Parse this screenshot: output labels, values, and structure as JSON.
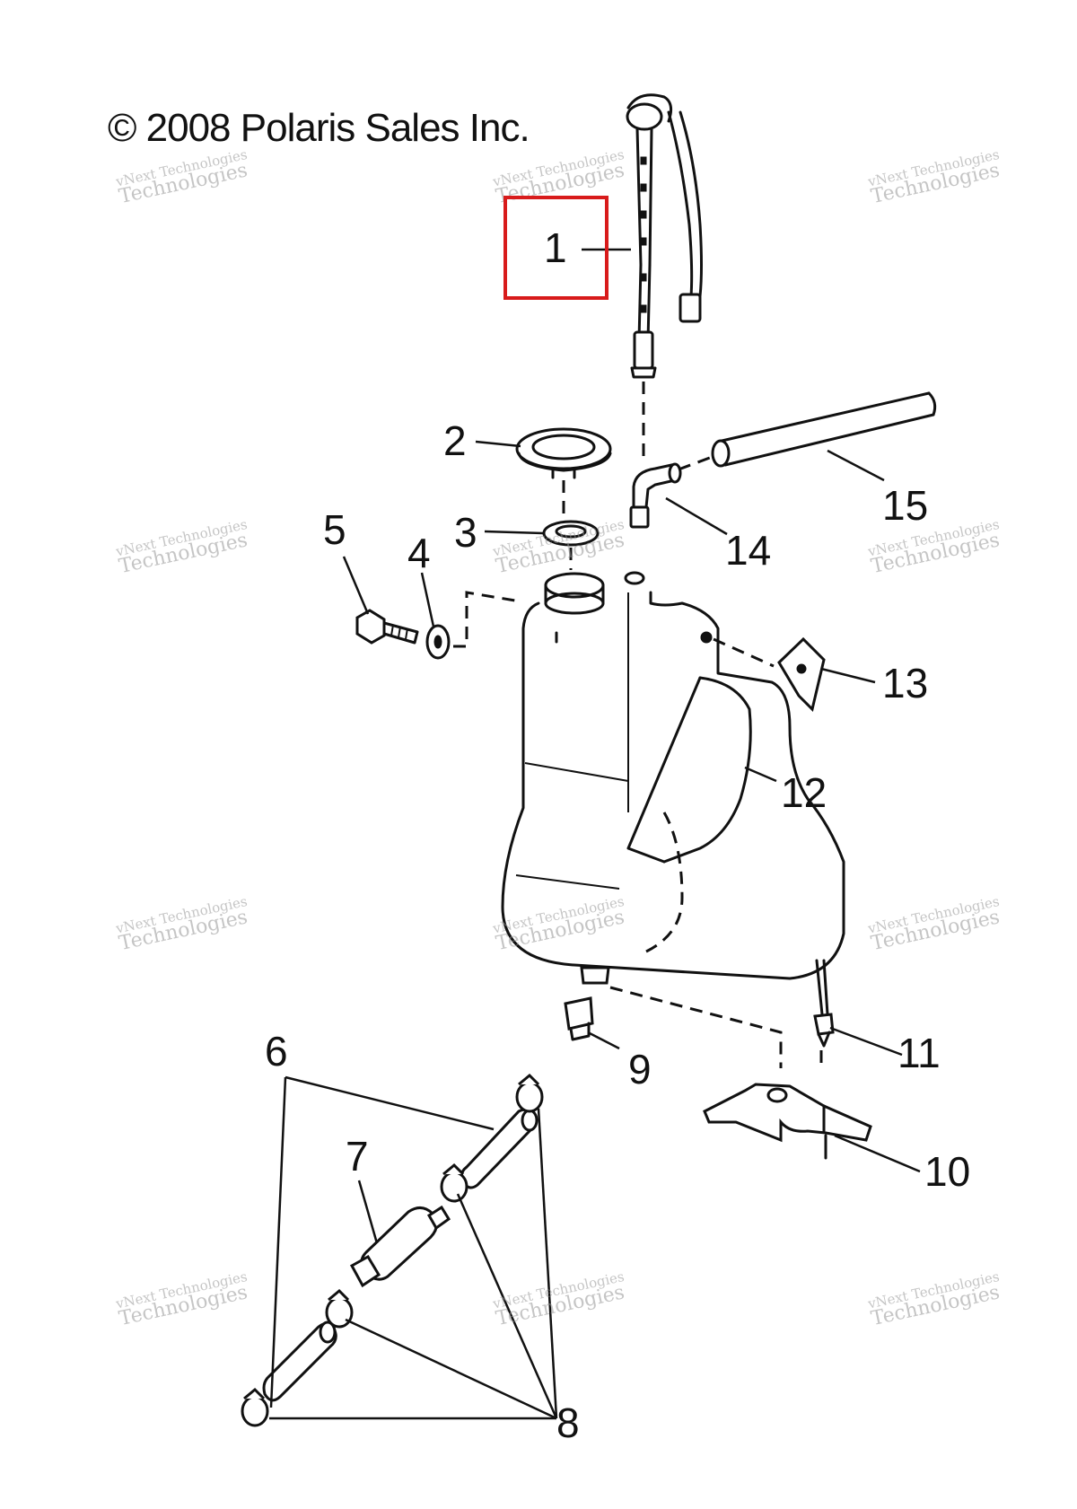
{
  "copyright": "© 2008 Polaris Sales Inc.",
  "highlighted_callout": "1",
  "callouts": [
    {
      "id": "c1",
      "label": "1"
    },
    {
      "id": "c2",
      "label": "2"
    },
    {
      "id": "c3",
      "label": "3"
    },
    {
      "id": "c4",
      "label": "4"
    },
    {
      "id": "c5",
      "label": "5"
    },
    {
      "id": "c6",
      "label": "6"
    },
    {
      "id": "c7",
      "label": "7"
    },
    {
      "id": "c8",
      "label": "8"
    },
    {
      "id": "c9",
      "label": "9"
    },
    {
      "id": "c10",
      "label": "10"
    },
    {
      "id": "c11",
      "label": "11"
    },
    {
      "id": "c12",
      "label": "12"
    },
    {
      "id": "c13",
      "label": "13"
    },
    {
      "id": "c14",
      "label": "14"
    },
    {
      "id": "c15",
      "label": "15"
    }
  ],
  "watermark": {
    "line1": "vNext Technologies",
    "line2": "Technologies",
    "line0": "vNext"
  },
  "colors": {
    "highlight": "#d81b1b",
    "ink": "#111111"
  }
}
